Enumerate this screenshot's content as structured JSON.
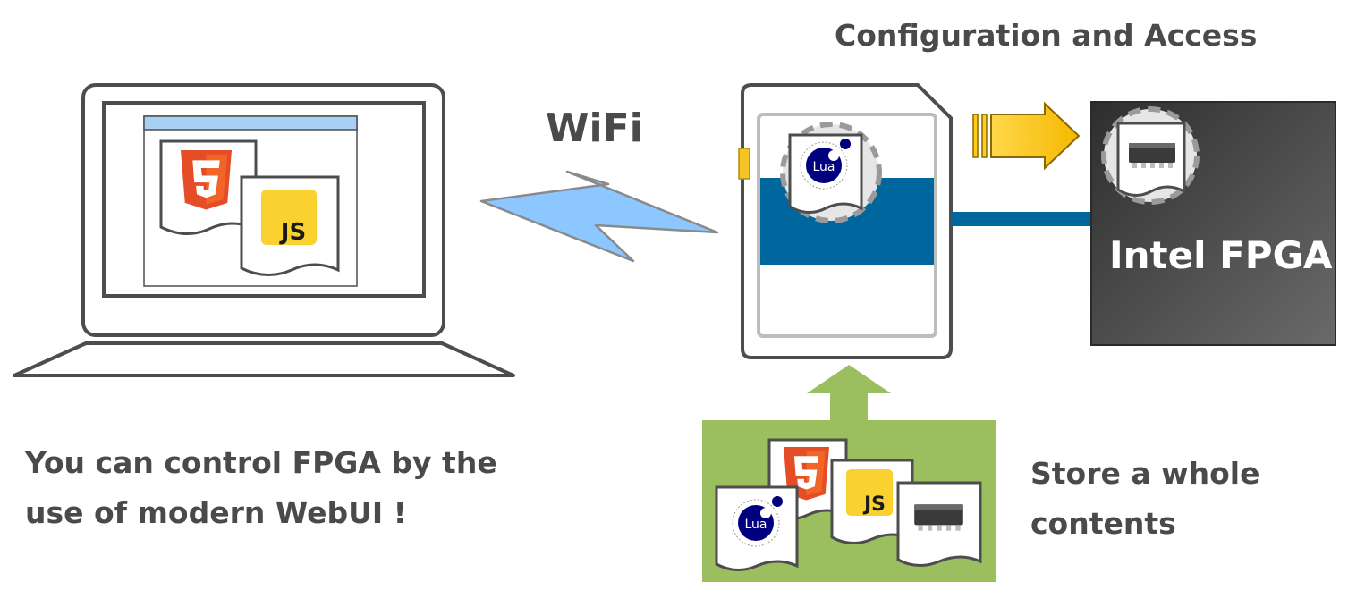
{
  "titles": {
    "config_access": "Configuration and Access",
    "wifi": "WiFi",
    "control_line1": "You can control FPGA by the",
    "control_line2": "use of modern WebUI !",
    "store_line1": "Store a whole",
    "store_line2": "contents",
    "fpga": "Intel FPGA"
  },
  "icons": {
    "html5": "html5-icon",
    "js": "javascript-icon",
    "lua": "lua-icon",
    "chip": "chip-icon"
  },
  "icon_text": {
    "js": "JS",
    "lua": "Lua",
    "html5_digit": "5"
  },
  "colors": {
    "html5_orange": "#e44d26",
    "js_yellow": "#f7df1e",
    "lua_blue": "#00007f",
    "card_blue": "#00669e",
    "arrow_yellow": "#ffcc1a",
    "wifi_blue": "#8cc8ff",
    "green_panel": "#9bbe5f",
    "fpga_dark": "#4a4a4a",
    "outline_gray": "#4d4d4d"
  }
}
